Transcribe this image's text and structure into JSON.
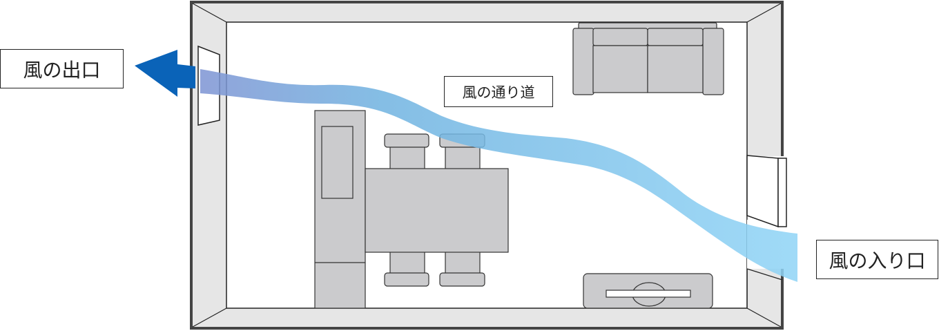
{
  "labels": {
    "outlet": "風の出口",
    "path": "風の通り道",
    "inlet": "風の入り口"
  },
  "colors": {
    "wall": "#e6e6e6",
    "furniture": "#cbcbcd",
    "arrow": "#0a63b8",
    "wind_start": "#7d93d3",
    "wind_end": "#8fd4f6"
  }
}
